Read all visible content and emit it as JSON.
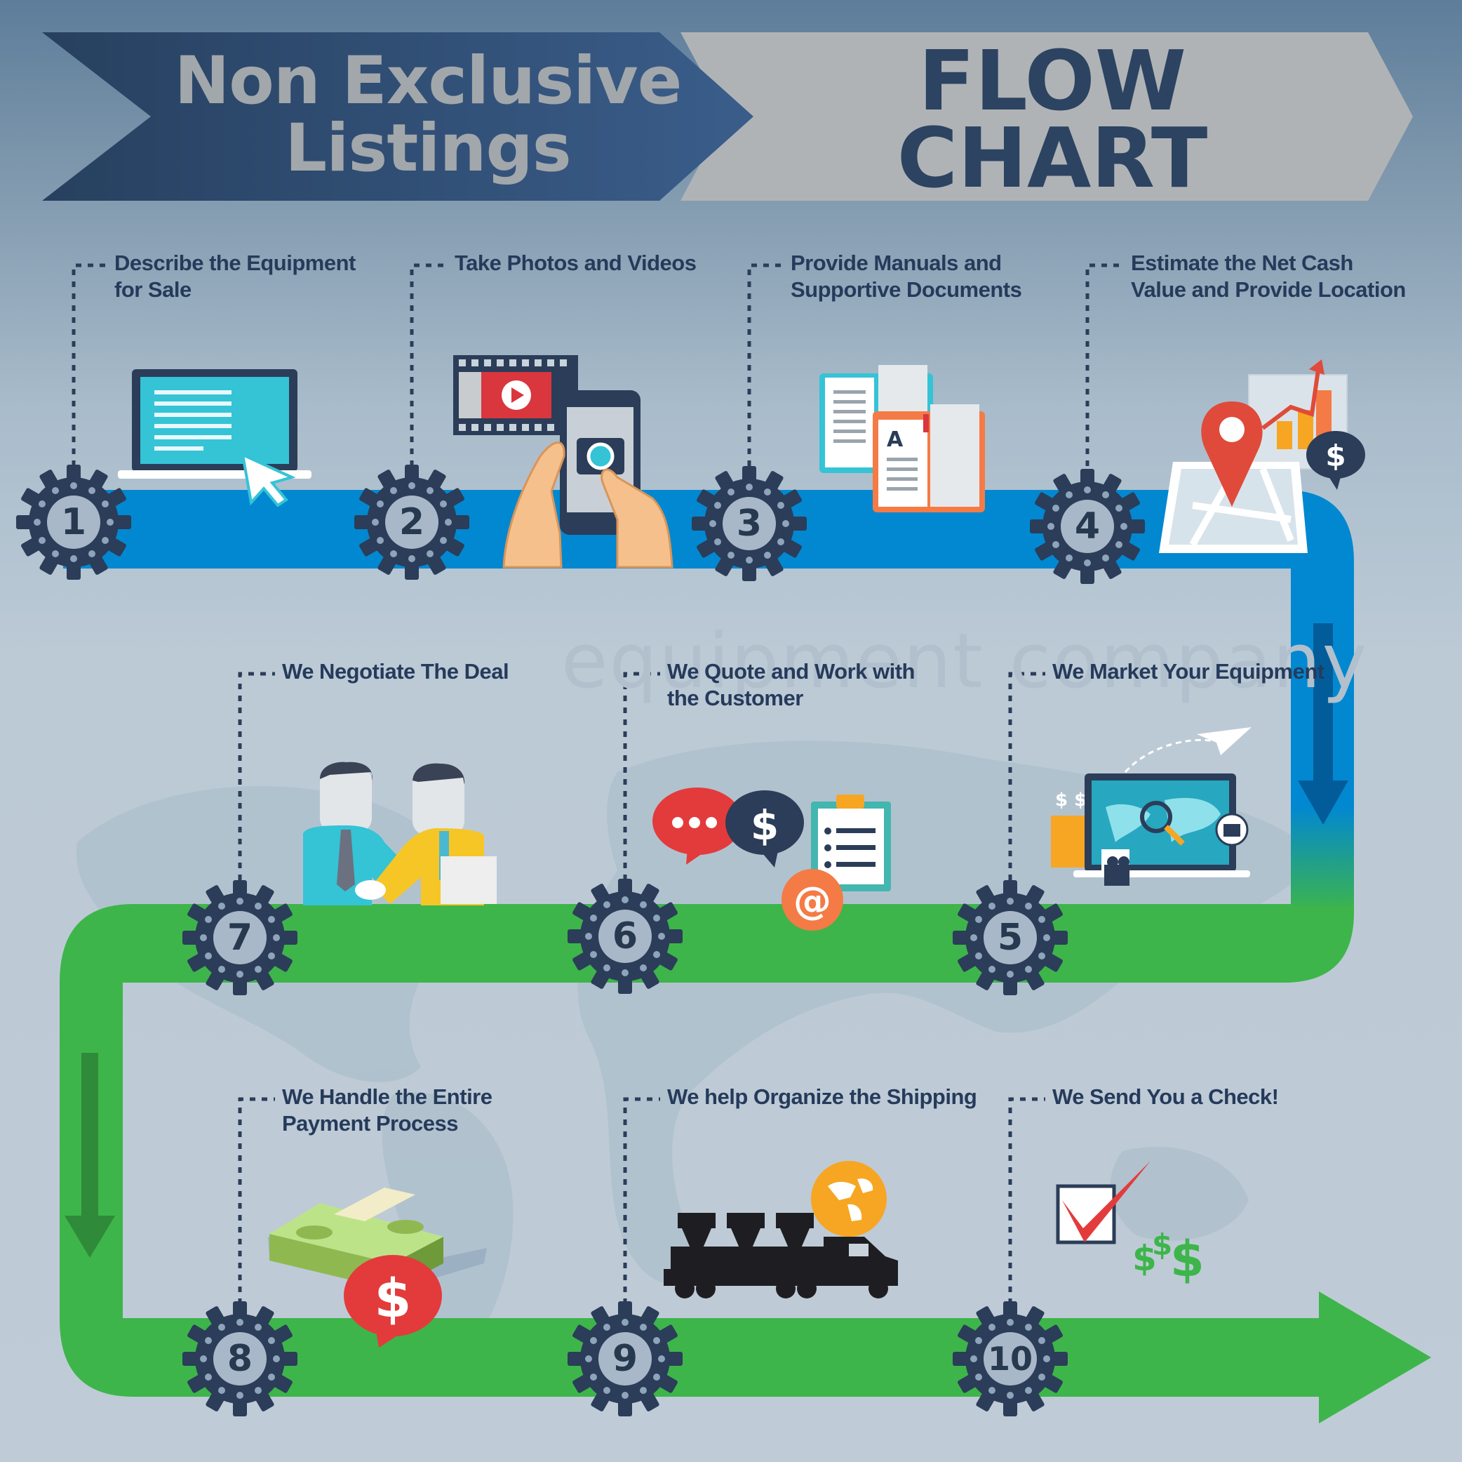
{
  "header": {
    "title_line1": "Non Exclusive",
    "title_line2": "Listings",
    "flow_line1": "FLOW",
    "flow_line2": "CHART"
  },
  "watermark": "equipment company",
  "colors": {
    "blue_path": "#0288d1",
    "green_path": "#3db54a",
    "gear": "#2b3d58",
    "banner_dark": "#2c4361",
    "banner_light": "#b0b3b6",
    "label_text": "#263b5b"
  },
  "steps": [
    {
      "number": "1",
      "line1": "Describe the Equipment",
      "line2": "for Sale",
      "icon": "laptop-icon"
    },
    {
      "number": "2",
      "line1": "Take Photos and Videos",
      "line2": "",
      "icon": "smartphone-camera-icon"
    },
    {
      "number": "3",
      "line1": "Provide Manuals and",
      "line2": "Supportive Documents",
      "icon": "open-book-icon"
    },
    {
      "number": "4",
      "line1": "Estimate the Net Cash",
      "line2": "Value and Provide Location",
      "icon": "map-pin-icon"
    },
    {
      "number": "5",
      "line1": "We Market Your Equipment",
      "line2": "",
      "icon": "world-map-monitor-icon"
    },
    {
      "number": "6",
      "line1": "We Quote and Work with",
      "line2": "the Customer",
      "icon": "chat-bubbles-icon"
    },
    {
      "number": "7",
      "line1": "We Negotiate The Deal",
      "line2": "",
      "icon": "handshake-icon"
    },
    {
      "number": "8",
      "line1": "We Handle the Entire",
      "line2": "Payment Process",
      "icon": "money-stack-icon"
    },
    {
      "number": "9",
      "line1": "We help Organize the Shipping",
      "line2": "",
      "icon": "truck-icon"
    },
    {
      "number": "10",
      "line1": "We Send You a Check!",
      "line2": "",
      "icon": "checkbox-dollar-icon"
    }
  ]
}
